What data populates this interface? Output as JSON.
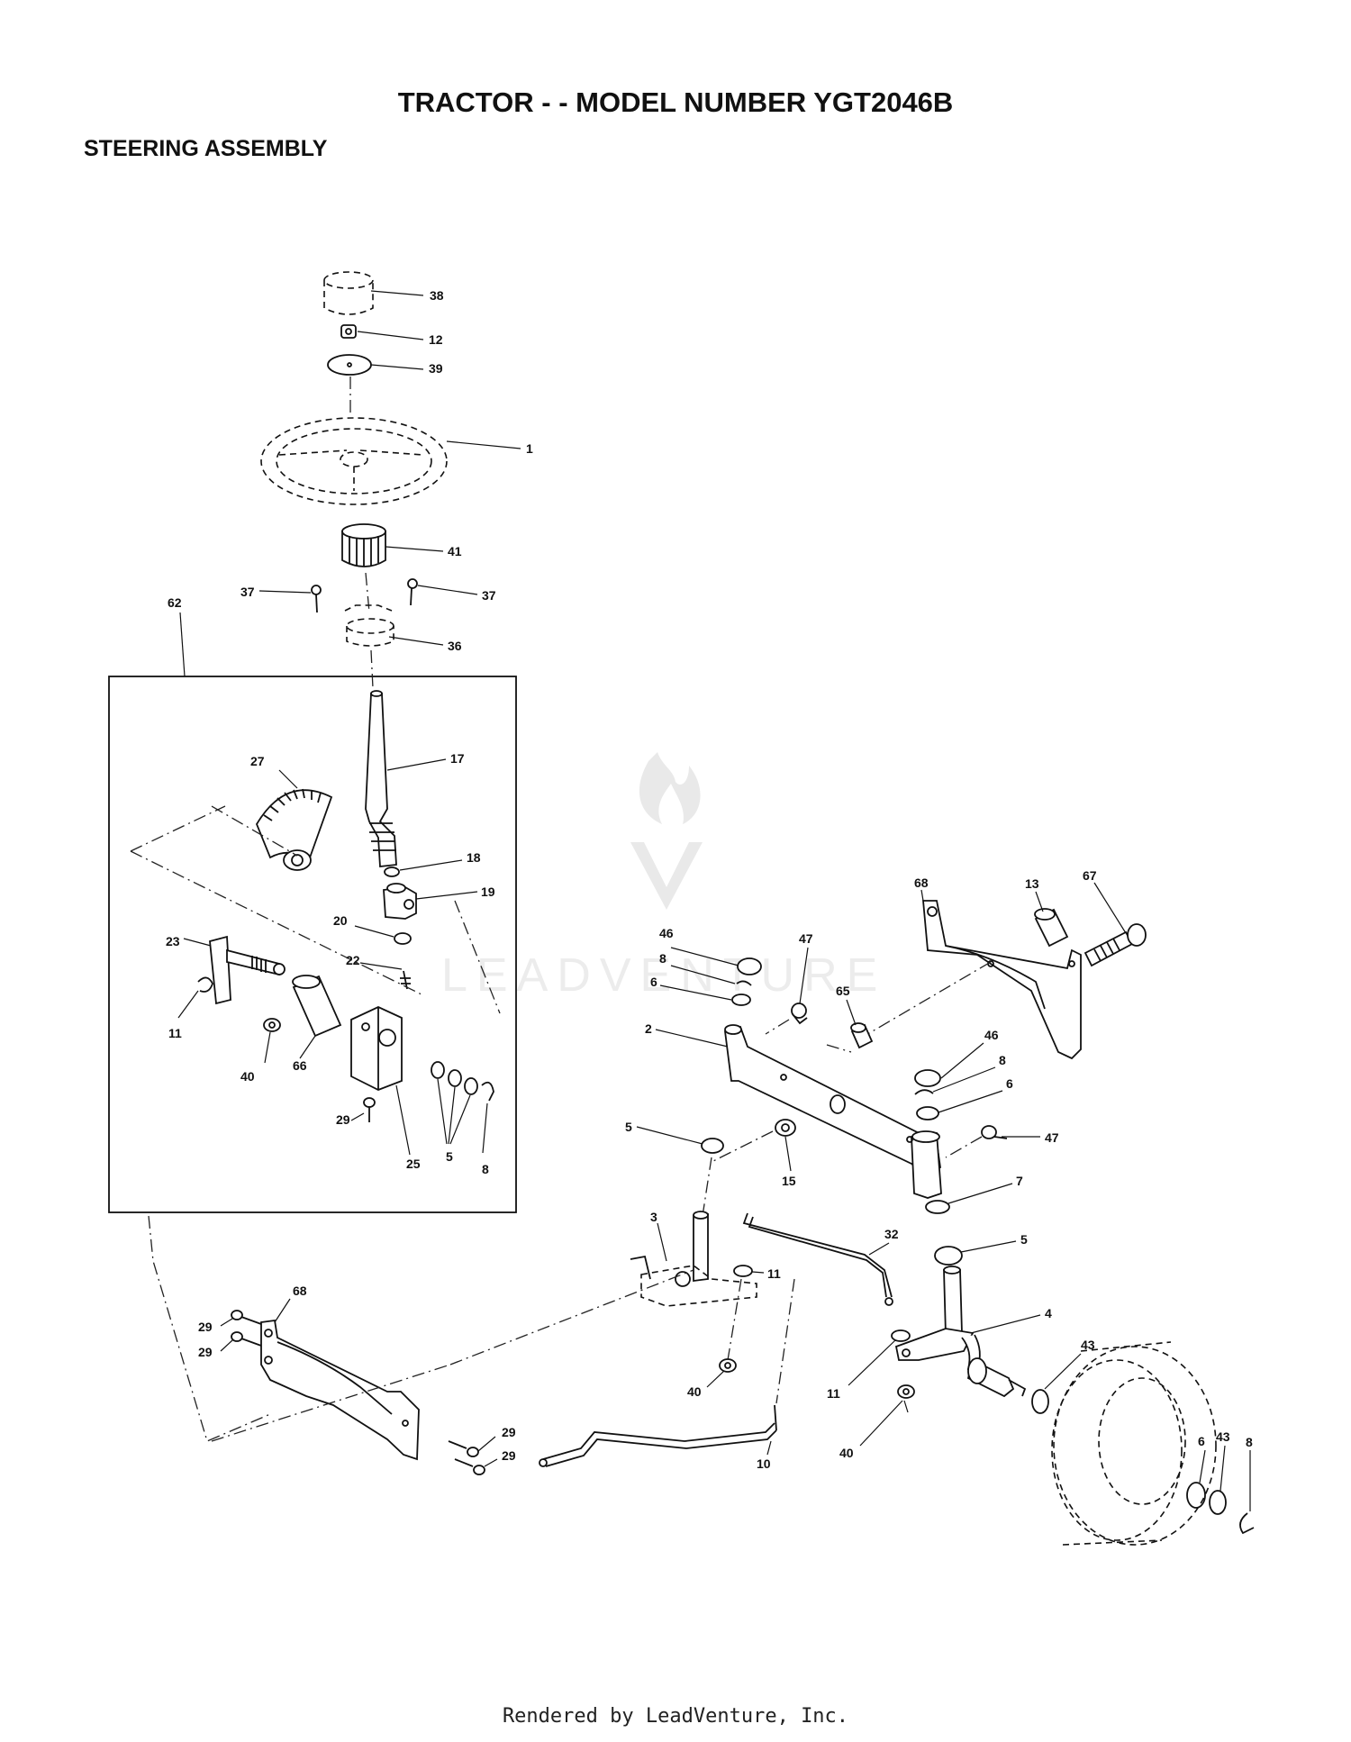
{
  "title": "TRACTOR - - MODEL NUMBER YGT2046B",
  "section": "STEERING ASSEMBLY",
  "footer": "Rendered by LeadVenture, Inc.",
  "watermark": "LEADVENTURE",
  "callouts": {
    "c38": "38",
    "c12": "12",
    "c39": "39",
    "c1": "1",
    "c41": "41",
    "c37a": "37",
    "c37b": "37",
    "c62": "62",
    "c36": "36",
    "c17": "17",
    "c27": "27",
    "c18": "18",
    "c19": "19",
    "c20": "20",
    "c22": "22",
    "c23": "23",
    "c11a": "11",
    "c40a": "40",
    "c66": "66",
    "c29a": "29",
    "c25": "25",
    "c5a": "5",
    "c8a": "8",
    "c68a": "68",
    "c67": "67",
    "c13": "13",
    "c46a": "46",
    "c47a": "47",
    "c8b": "8",
    "c6a": "6",
    "c65": "65",
    "c2": "2",
    "c46b": "46",
    "c8c": "8",
    "c6b": "6",
    "c47b": "47",
    "c5b": "5",
    "c15": "15",
    "c7": "7",
    "c5c": "5",
    "c3": "3",
    "c32": "32",
    "c11b": "11",
    "c4": "4",
    "c43a": "43",
    "c68b": "68",
    "c29b": "29",
    "c29c": "29",
    "c29d": "29",
    "c29e": "29",
    "c40b": "40",
    "c11c": "11",
    "c40c": "40",
    "c10": "10",
    "c6c": "6",
    "c43b": "43",
    "c8d": "8"
  }
}
